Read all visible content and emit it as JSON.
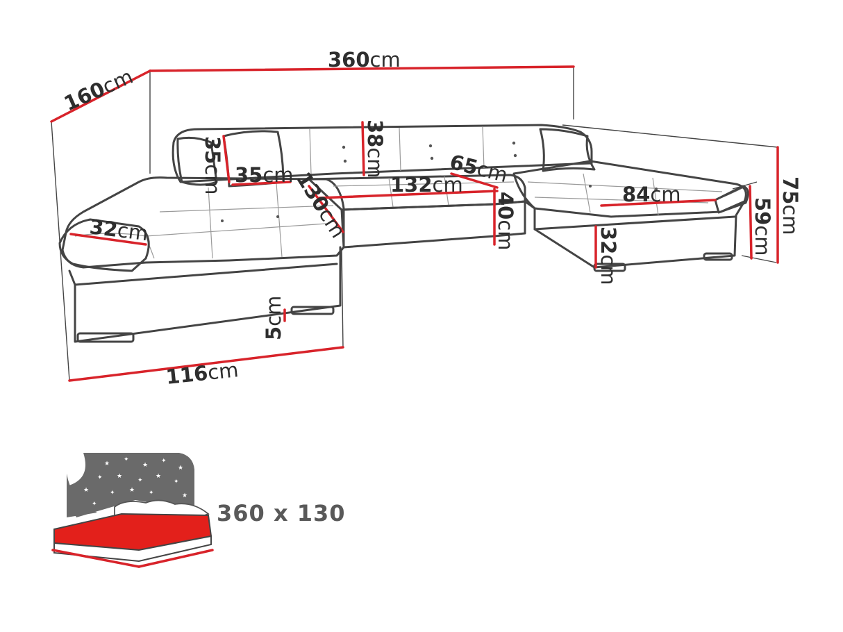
{
  "dimensions": {
    "width_total": {
      "value": "360",
      "unit": "cm"
    },
    "depth_left": {
      "value": "160",
      "unit": "cm"
    },
    "pillow_height": {
      "value": "35",
      "unit": "cm"
    },
    "pillow_width": {
      "value": "35",
      "unit": "cm"
    },
    "back_height": {
      "value": "38",
      "unit": "cm"
    },
    "seat_width": {
      "value": "132",
      "unit": "cm"
    },
    "seat_depth_left": {
      "value": "130",
      "unit": "cm"
    },
    "chaise_seat_depth": {
      "value": "65",
      "unit": "cm"
    },
    "seat_height": {
      "value": "40",
      "unit": "cm"
    },
    "total_height": {
      "value": "75",
      "unit": "cm"
    },
    "chaise_height": {
      "value": "59",
      "unit": "cm"
    },
    "chaise_width": {
      "value": "84",
      "unit": "cm"
    },
    "front_height": {
      "value": "32",
      "unit": "cm"
    },
    "armrest_width": {
      "value": "32",
      "unit": "cm"
    },
    "leg_height": {
      "value": "5",
      "unit": "cm"
    },
    "left_width": {
      "value": "116",
      "unit": "cm"
    }
  },
  "sleeping_area": {
    "text": "360 x 130"
  },
  "colors": {
    "dimension_line": "#d8232a",
    "outline": "#444444",
    "bed_surface": "#e3201b",
    "night_sky": "#6a6a6a"
  },
  "icons": [
    "sleeping-area-icon",
    "stars-icon",
    "moon-icon"
  ]
}
